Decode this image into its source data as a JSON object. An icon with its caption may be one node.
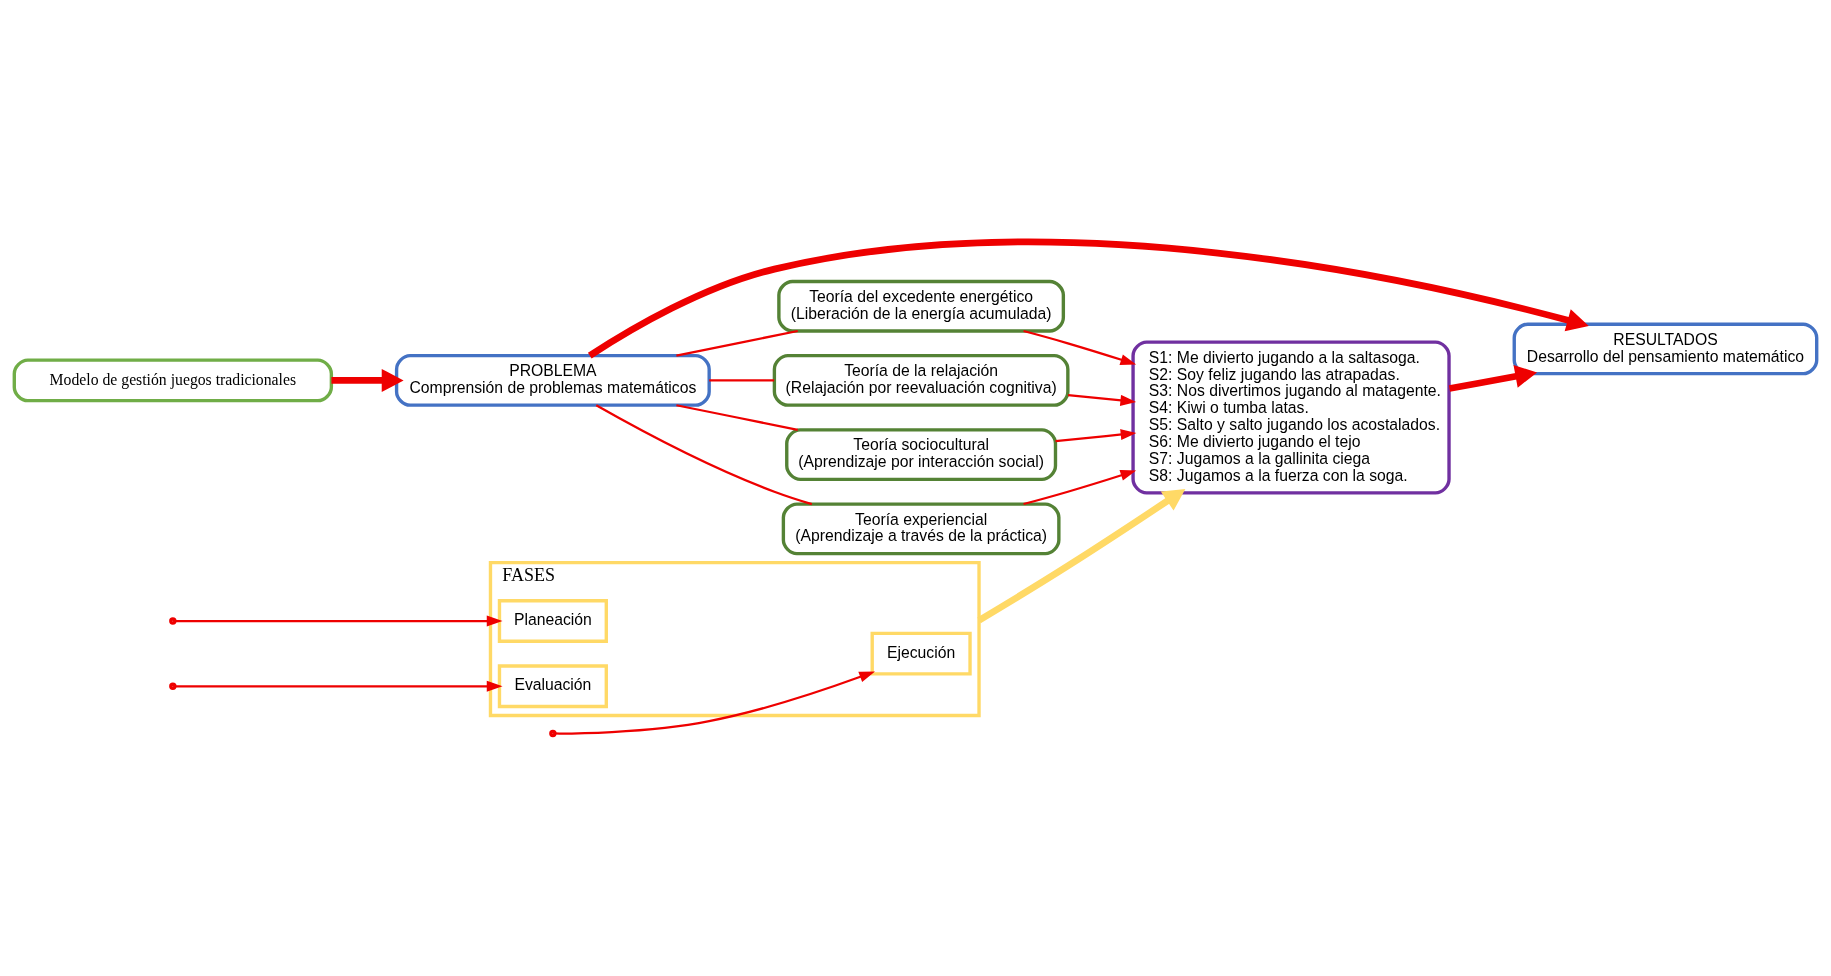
{
  "diagram": {
    "nodes": [
      {
        "text": [
          "Modelo de gestión juegos tradicionales"
        ]
      },
      {
        "text": [
          "PROBLEMA",
          "Comprensión de problemas matemáticos"
        ]
      },
      {
        "text": [
          "Teoría del excedente energético",
          "(Liberación de la energía acumulada)"
        ]
      },
      {
        "text": [
          "Teoría de la relajación",
          "(Relajación por reevaluación cognitiva)"
        ]
      },
      {
        "text": [
          "Teoría sociocultural",
          "(Aprendizaje por interacción social)"
        ]
      },
      {
        "text": [
          "Teoría experiencial",
          "(Aprendizaje a través de la práctica)"
        ]
      },
      {
        "text": [
          "S1: Me divierto jugando a la saltasoga.",
          "S2: Soy feliz jugando las atrapadas.",
          "S3: Nos divertimos jugando al matagente.",
          "S4: Kiwi o tumba latas.",
          "S5: Salto y salto jugando los acostalados.",
          "S6: Me divierto jugando el tejo",
          "S7: Jugamos a la gallinita ciega",
          "S8: Jugamos a la fuerza con la soga."
        ]
      },
      {
        "text": [
          "RESULTADOS",
          "Desarrollo del pensamiento matemático"
        ]
      },
      {
        "text": [
          "FASES"
        ]
      },
      {
        "text": [
          "Planeación"
        ],
        "in": 8
      },
      {
        "text": [
          "Ejecución"
        ],
        "in": 8
      },
      {
        "text": [
          "Evaluación"
        ],
        "in": 8
      }
    ],
    "edges": [
      {
        "from": 0,
        "to": 1,
        "arrow": "to",
        "style": "thick"
      },
      {
        "from": 1,
        "to": 2,
        "arrow": "none"
      },
      {
        "from": 1,
        "to": 3,
        "arrow": "none"
      },
      {
        "from": 1,
        "to": 4,
        "arrow": "none"
      },
      {
        "from": 1,
        "to": 5,
        "arrow": "none"
      },
      {
        "from": 2,
        "to": 6,
        "arrow": "to"
      },
      {
        "from": 3,
        "to": 6,
        "arrow": "to"
      },
      {
        "from": 4,
        "to": 6,
        "arrow": "to"
      },
      {
        "from": 5,
        "to": 6,
        "arrow": "to"
      },
      {
        "from": 6,
        "to": 7,
        "arrow": "to",
        "style": "thick"
      },
      {
        "from": 1,
        "to": 7,
        "arrow": "to",
        "style": "thick"
      },
      {
        "from": 8,
        "to": 6,
        "arrow": "to",
        "style": "thick",
        "color": "#ffd966"
      },
      {
        "from": null,
        "to": 9,
        "arrow": "to"
      },
      {
        "from": null,
        "to": 10,
        "arrow": "to"
      },
      {
        "from": null,
        "to": 11,
        "arrow": "to"
      }
    ]
  }
}
